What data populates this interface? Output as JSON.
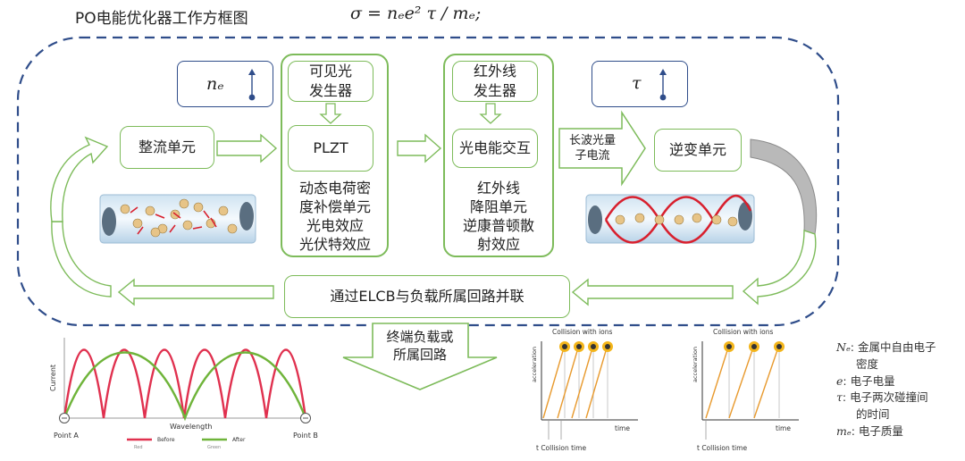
{
  "header": {
    "title": "PO电能优化器工作方框图",
    "formula": "σ = nₑe² τ / mₑ;"
  },
  "top_symbols": {
    "ne": "nₑ",
    "tau": "τ"
  },
  "boxes": {
    "rectifier": "整流单元",
    "visible_light_gen_1": "可见光",
    "visible_light_gen_2": "发生器",
    "plzt": "PLZT",
    "plzt_effects": [
      "动态电荷密",
      "度补偿单元",
      "光电效应",
      "光伏特效应"
    ],
    "ir_gen_1": "红外线",
    "ir_gen_2": "发生器",
    "photo_interaction": "光电能交互",
    "ir_effects": [
      "红外线",
      "降阻单元",
      "逆康普顿散",
      "射效应"
    ],
    "longwave_1": "长波光量",
    "longwave_2": "子电流",
    "inverter": "逆变单元",
    "bottom_bar": "通过ELCB与负载所属回路并联",
    "output_1": "终端负载或",
    "output_2": "所属回路"
  },
  "wave_chart": {
    "y_label": "Current",
    "x_label": "Wavelength",
    "point_a": "Point A",
    "point_b": "Point B",
    "legend": [
      {
        "label": "Before",
        "sub": "Red",
        "color": "#e0314f"
      },
      {
        "label": "After",
        "sub": "Green",
        "color": "#6fb43a"
      }
    ]
  },
  "collision_chart_1": {
    "title": "Collision with ions",
    "y_label": "acceleration",
    "x_label": "time",
    "bottom_label": "t Collision time"
  },
  "collision_chart_2": {
    "title": "Collision with ions",
    "y_label": "acceleration",
    "x_label": "time",
    "bottom_label": "t Collision time"
  },
  "legend": [
    {
      "symbol": "Nₑ",
      "sep": ":",
      "text": "金属中自由电子"
    },
    {
      "symbol": "",
      "sep": "",
      "text": "密度"
    },
    {
      "symbol": "e",
      "sep": ":",
      "text": "电子电量"
    },
    {
      "symbol": "τ",
      "sep": ":",
      "text": "电子两次碰撞间"
    },
    {
      "symbol": "",
      "sep": "",
      "text": "的时间"
    },
    {
      "symbol": "mₑ",
      "sep": ":",
      "text": "电子质量"
    }
  ],
  "colors": {
    "green": "#7dbb5a",
    "blue_dash": "#2f4d8a",
    "red_wave": "#e0314f",
    "green_wave": "#6fb43a",
    "orange_line": "#e89a2e"
  }
}
